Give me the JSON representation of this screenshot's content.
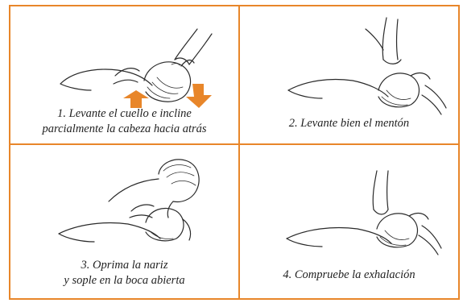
{
  "accent_color": "#e8862a",
  "panels": [
    {
      "caption_lines": [
        "1. Levante el cuello e incline",
        "parcialmente la cabeza hacia atrás"
      ],
      "illustration": "neck-lift-head-tilt"
    },
    {
      "caption_lines": [
        "2. Levante bien el mentón"
      ],
      "illustration": "chin-lift"
    },
    {
      "caption_lines": [
        "3. Oprima la nariz",
        "y sople en la boca abierta"
      ],
      "illustration": "mouth-to-mouth-breath"
    },
    {
      "caption_lines": [
        "4. Compruebe la exhalación"
      ],
      "illustration": "check-exhalation"
    }
  ]
}
